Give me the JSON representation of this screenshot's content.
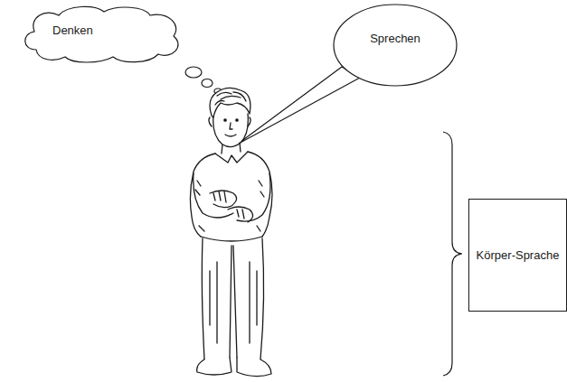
{
  "diagram": {
    "nodes": [
      {
        "text": [
          "Denken"
        ]
      },
      {
        "text": [
          "Sprechen"
        ]
      },
      {
        "text": [
          "Körper-Sprache"
        ]
      }
    ]
  }
}
